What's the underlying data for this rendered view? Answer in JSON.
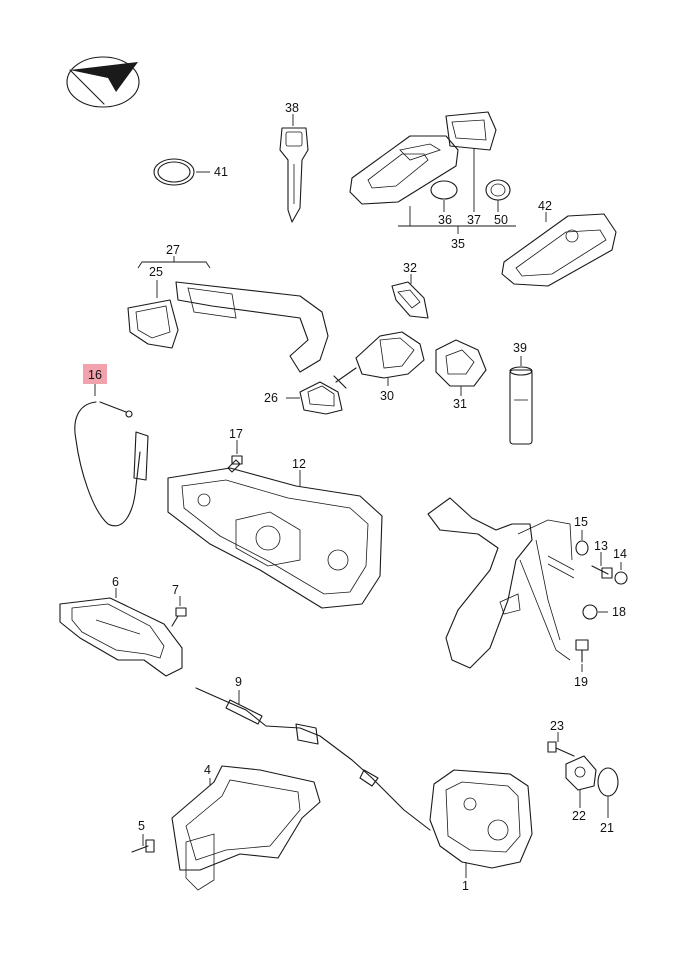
{
  "highlight_color": "#f2a2ac",
  "icons": {
    "logo": "direction-arrow-logo-icon"
  },
  "labels": {
    "p1": "1",
    "p4": "4",
    "p5": "5",
    "p6": "6",
    "p7": "7",
    "p9": "9",
    "p12": "12",
    "p13": "13",
    "p14": "14",
    "p15": "15",
    "p16": "16",
    "p17": "17",
    "p18": "18",
    "p19": "19",
    "p21": "21",
    "p22": "22",
    "p23": "23",
    "p25": "25",
    "p26": "26",
    "p27": "27",
    "p30": "30",
    "p31": "31",
    "p32": "32",
    "p35": "35",
    "p36": "36",
    "p37": "37",
    "p38": "38",
    "p39": "39",
    "p41": "41",
    "p42": "42",
    "p50": "50"
  }
}
